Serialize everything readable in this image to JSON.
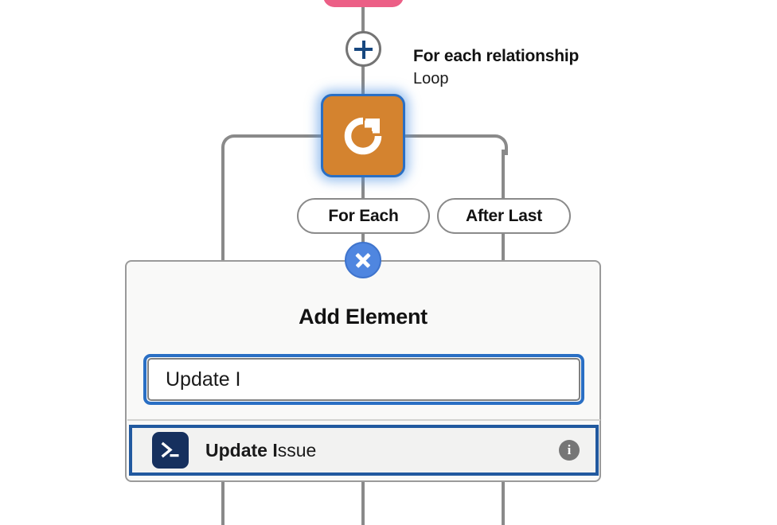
{
  "canvas": {
    "background": "#ffffff",
    "nodes": {
      "upstream": {
        "name": "upstream-node",
        "color": "#ec5f86",
        "label": ""
      },
      "add_step": {
        "name": "add-step-button",
        "icon": "plus-icon",
        "color": "#17477f"
      },
      "loop": {
        "title": "For each relationship",
        "subtitle": "Loop",
        "icon": "loop-refresh-icon",
        "color": "#d4832f",
        "selected": true,
        "selection_color": "#2a6fc4"
      }
    },
    "branches": [
      {
        "label": "For Each"
      },
      {
        "label": "After Last"
      }
    ]
  },
  "add_panel": {
    "title": "Add Element",
    "close_button": {
      "icon": "close-x-icon",
      "color": "#4f86e0"
    },
    "search": {
      "value": "Update I",
      "placeholder": "",
      "focused": true
    },
    "results": [
      {
        "icon": "terminal-prompt-icon",
        "icon_color": "#16305e",
        "match_text": "Update I",
        "rest_text": "ssue",
        "selected": true,
        "info_icon": "info-circle-icon"
      }
    ]
  }
}
